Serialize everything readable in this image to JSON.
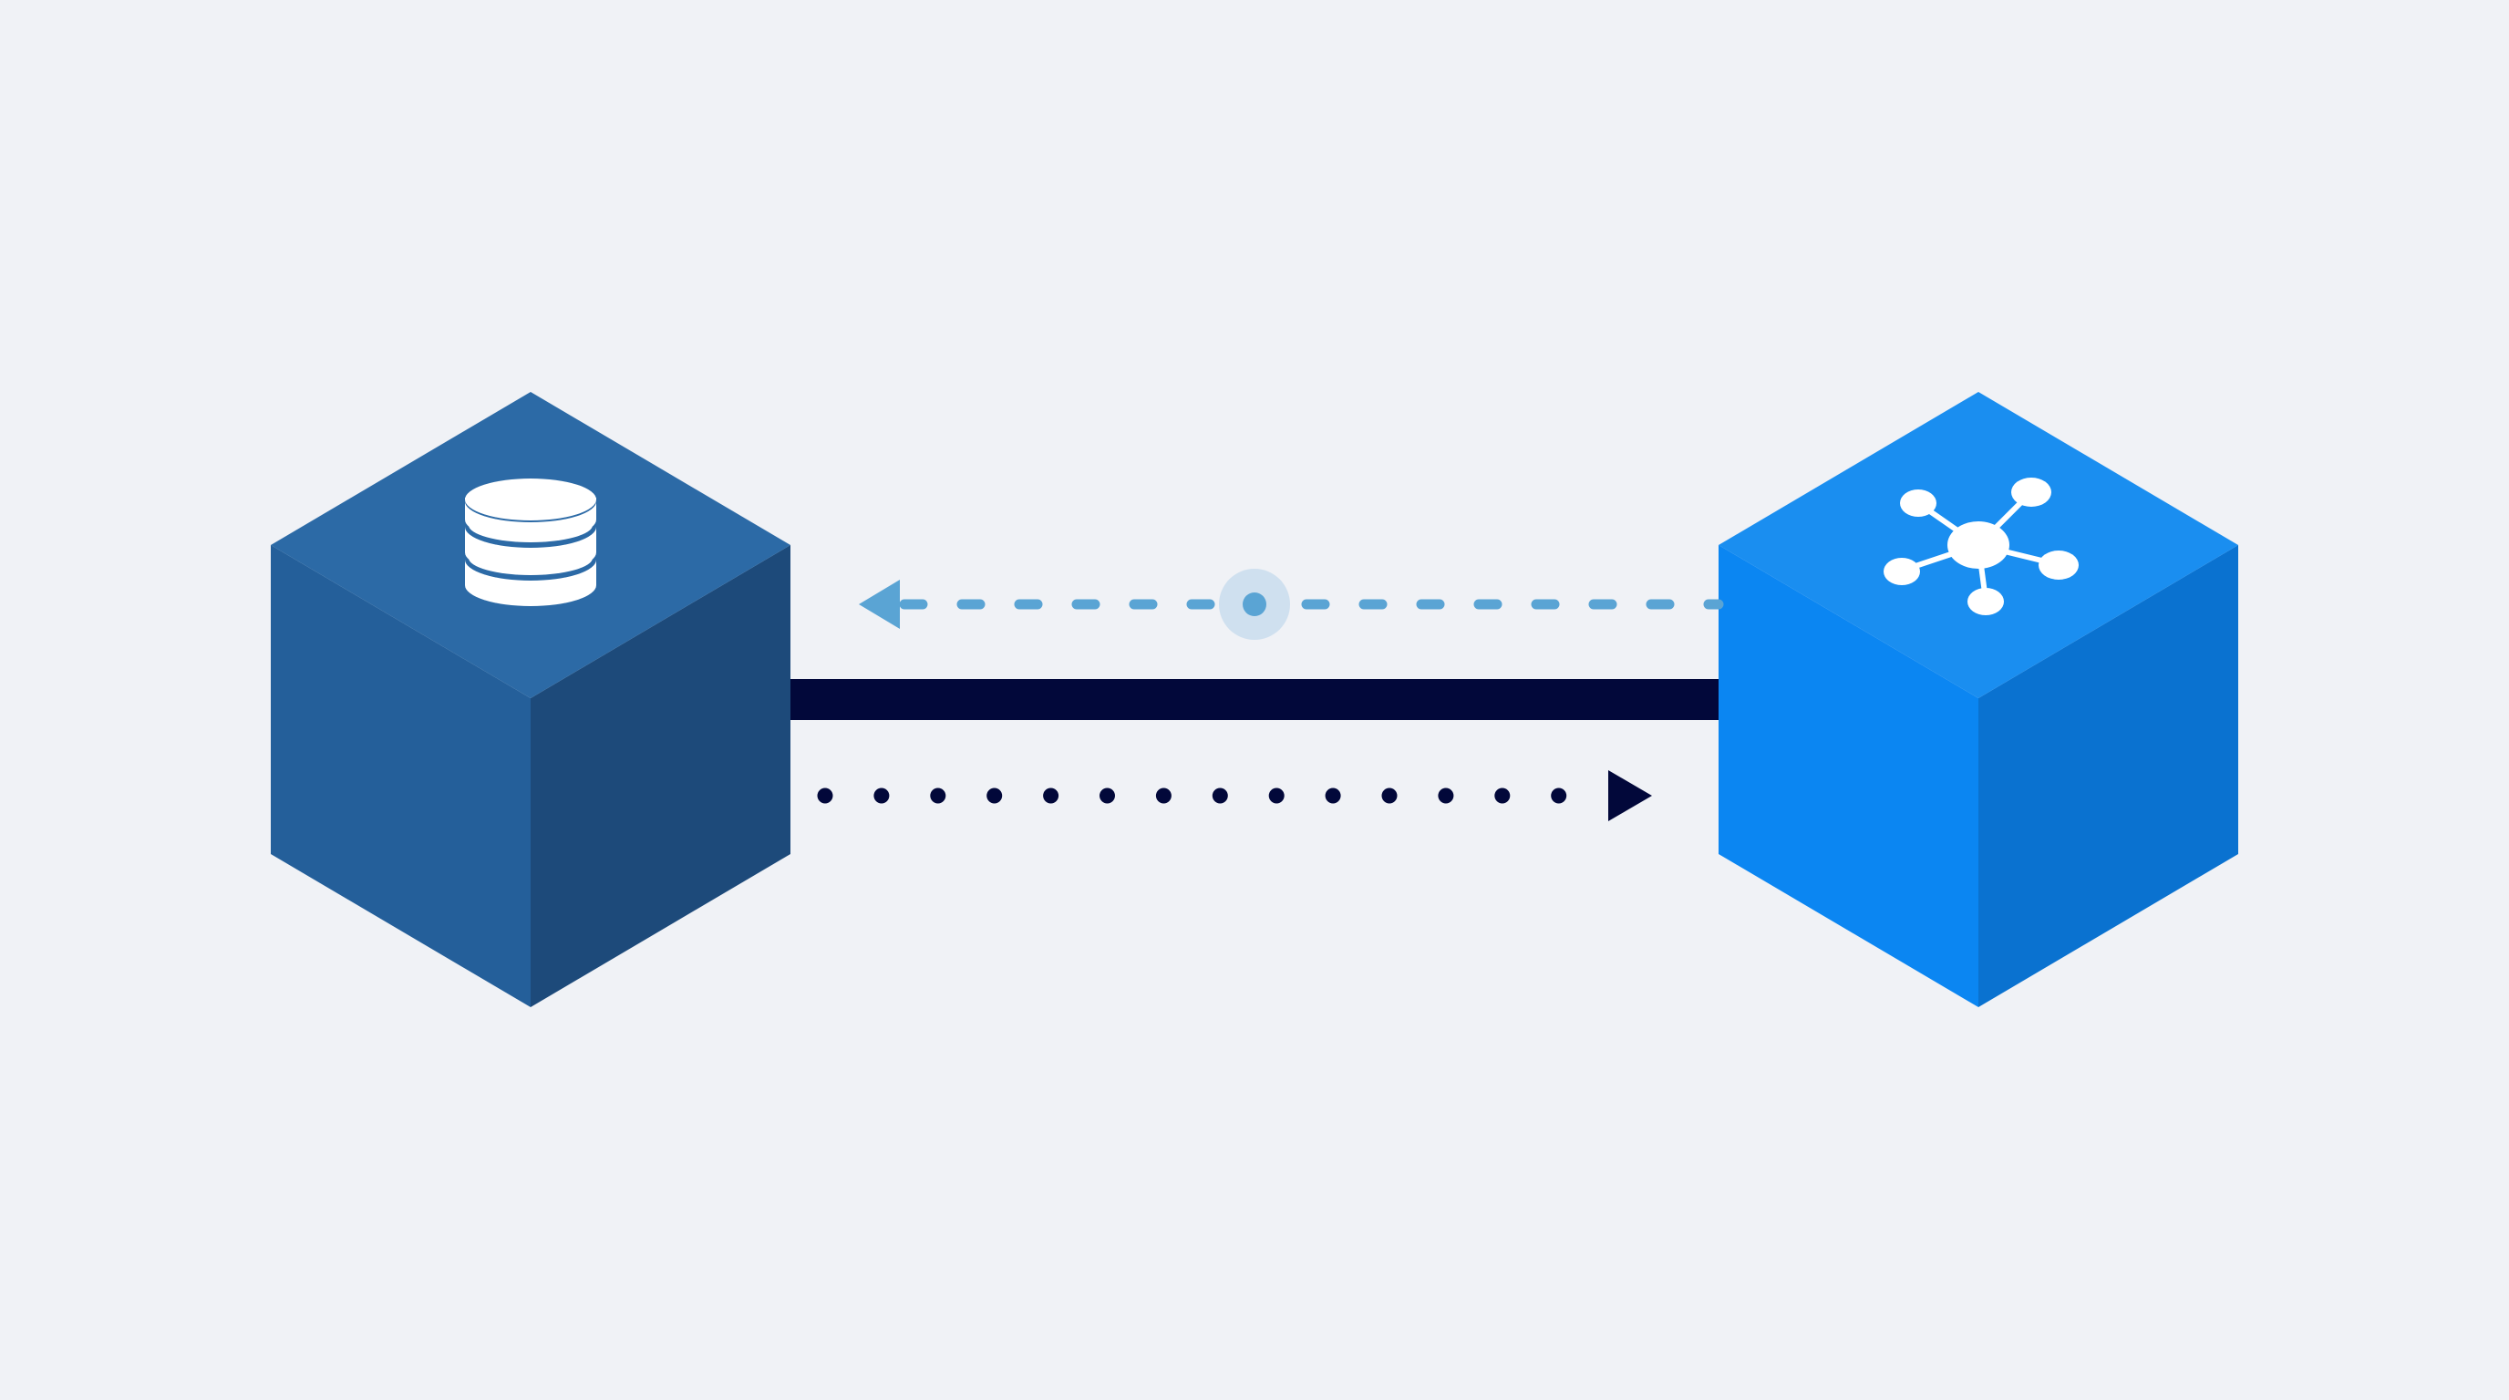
{
  "diagram": {
    "nodes": [
      {
        "id": "database",
        "icon": "database-icon",
        "colors": {
          "top": "#2c6aa6",
          "left": "#245f9a",
          "right": "#1d4a7a"
        }
      },
      {
        "id": "network",
        "icon": "network-hub-icon",
        "colors": {
          "top": "#1a8ef0",
          "left": "#0b86f2",
          "right": "#0a72d0"
        }
      }
    ],
    "connections": [
      {
        "id": "response-link",
        "style": "dashed",
        "direction": "to-database",
        "color": "#5aa4d4",
        "has_midpoint_marker": true
      },
      {
        "id": "main-link",
        "style": "solid",
        "direction": "none",
        "color": "#02083a"
      },
      {
        "id": "request-link",
        "style": "dotted",
        "direction": "to-network",
        "color": "#02083a"
      }
    ],
    "background": "#f0f2f6"
  }
}
